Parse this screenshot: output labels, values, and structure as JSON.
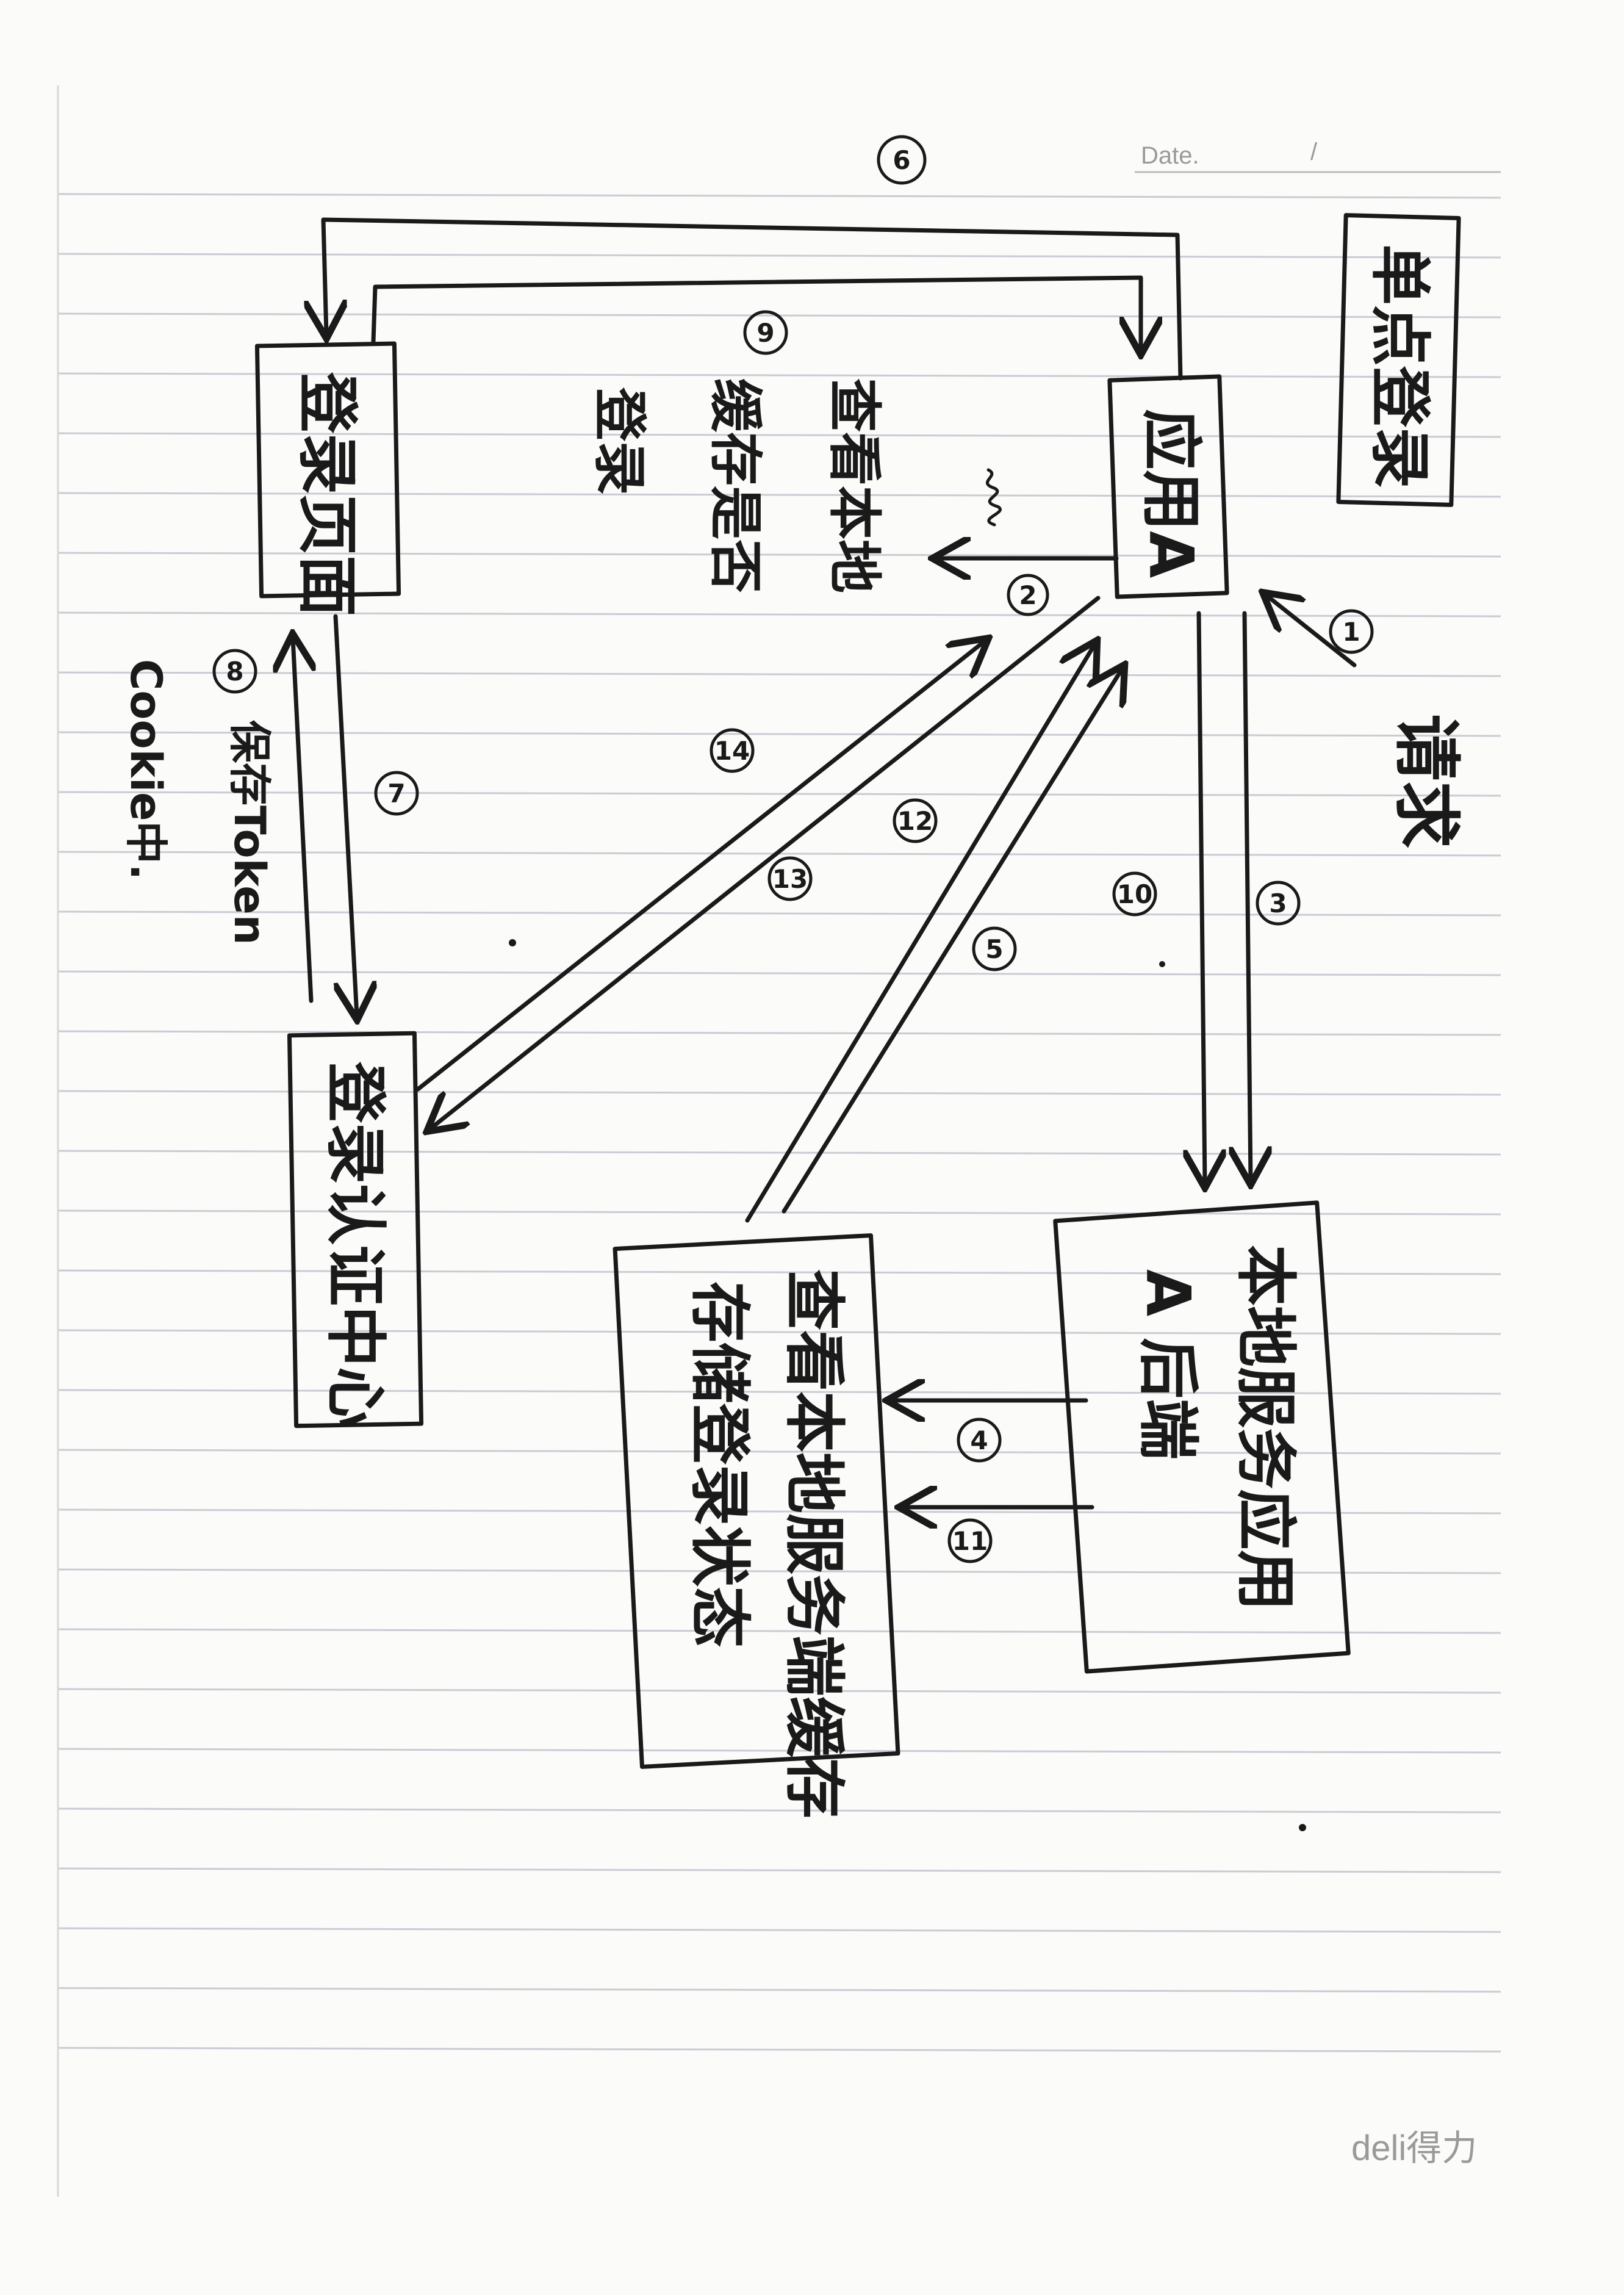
{
  "header": {
    "date_label": "Date.",
    "date_separator": "/"
  },
  "footer": {
    "brand": "deli得力"
  },
  "notes": {
    "title": "单点登录",
    "app_a": "应用A",
    "check_local": "查看本地",
    "check_exists": "缓存是否",
    "check_logged_in": "登录",
    "request": "请求",
    "login_page": "登录页面",
    "save_cookie_1": "保存Token",
    "save_cookie_2": "Cookie中.",
    "auth_center": "登录认证中心",
    "local_service_line1": "本地服务应用",
    "local_service_line2": "A 后端",
    "local_check_line1": "查看本地服务端缓存",
    "local_check_line2": "存储登录状态",
    "steps": {
      "s1": "1",
      "s2": "2",
      "s3": "3",
      "s4": "4",
      "s5": "5",
      "s6": "6",
      "s7": "7",
      "s8": "8",
      "s9": "9",
      "s10": "10",
      "s11": "11",
      "s12": "12",
      "s13": "13",
      "s14": "14"
    }
  }
}
